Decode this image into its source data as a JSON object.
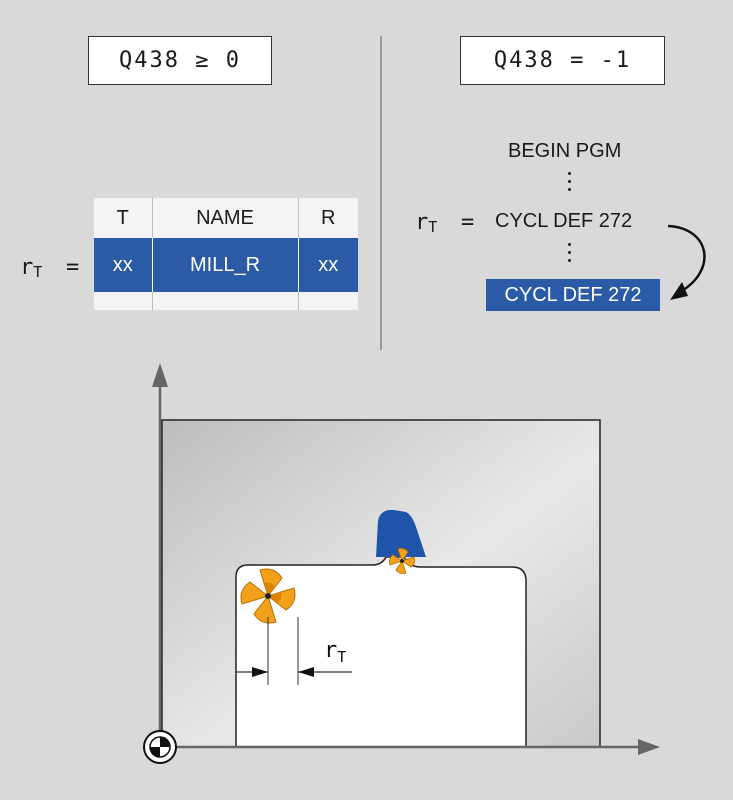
{
  "left_panel": {
    "condition": "Q438 ≥ 0",
    "rt_symbol": "r",
    "rt_sub": "T",
    "equals": "=",
    "tool_table": {
      "headers": [
        "T",
        "NAME",
        "R"
      ],
      "selected_row": [
        "xx",
        "MILL_R",
        "xx"
      ]
    }
  },
  "right_panel": {
    "condition": "Q438 = -1",
    "rt_symbol": "r",
    "rt_sub": "T",
    "equals": "=",
    "program_lines": {
      "begin": "BEGIN PGM",
      "cycl_1": "CYCL DEF 272",
      "cycl_2": "CYCL DEF 272"
    }
  },
  "diagram": {
    "dim_symbol": "r",
    "dim_sub": "T"
  },
  "colors": {
    "highlight_blue": "#2b5aa6",
    "tool_orange": "#f3a11a",
    "background": "#d9d9d9",
    "part_white": "#ffffff"
  }
}
